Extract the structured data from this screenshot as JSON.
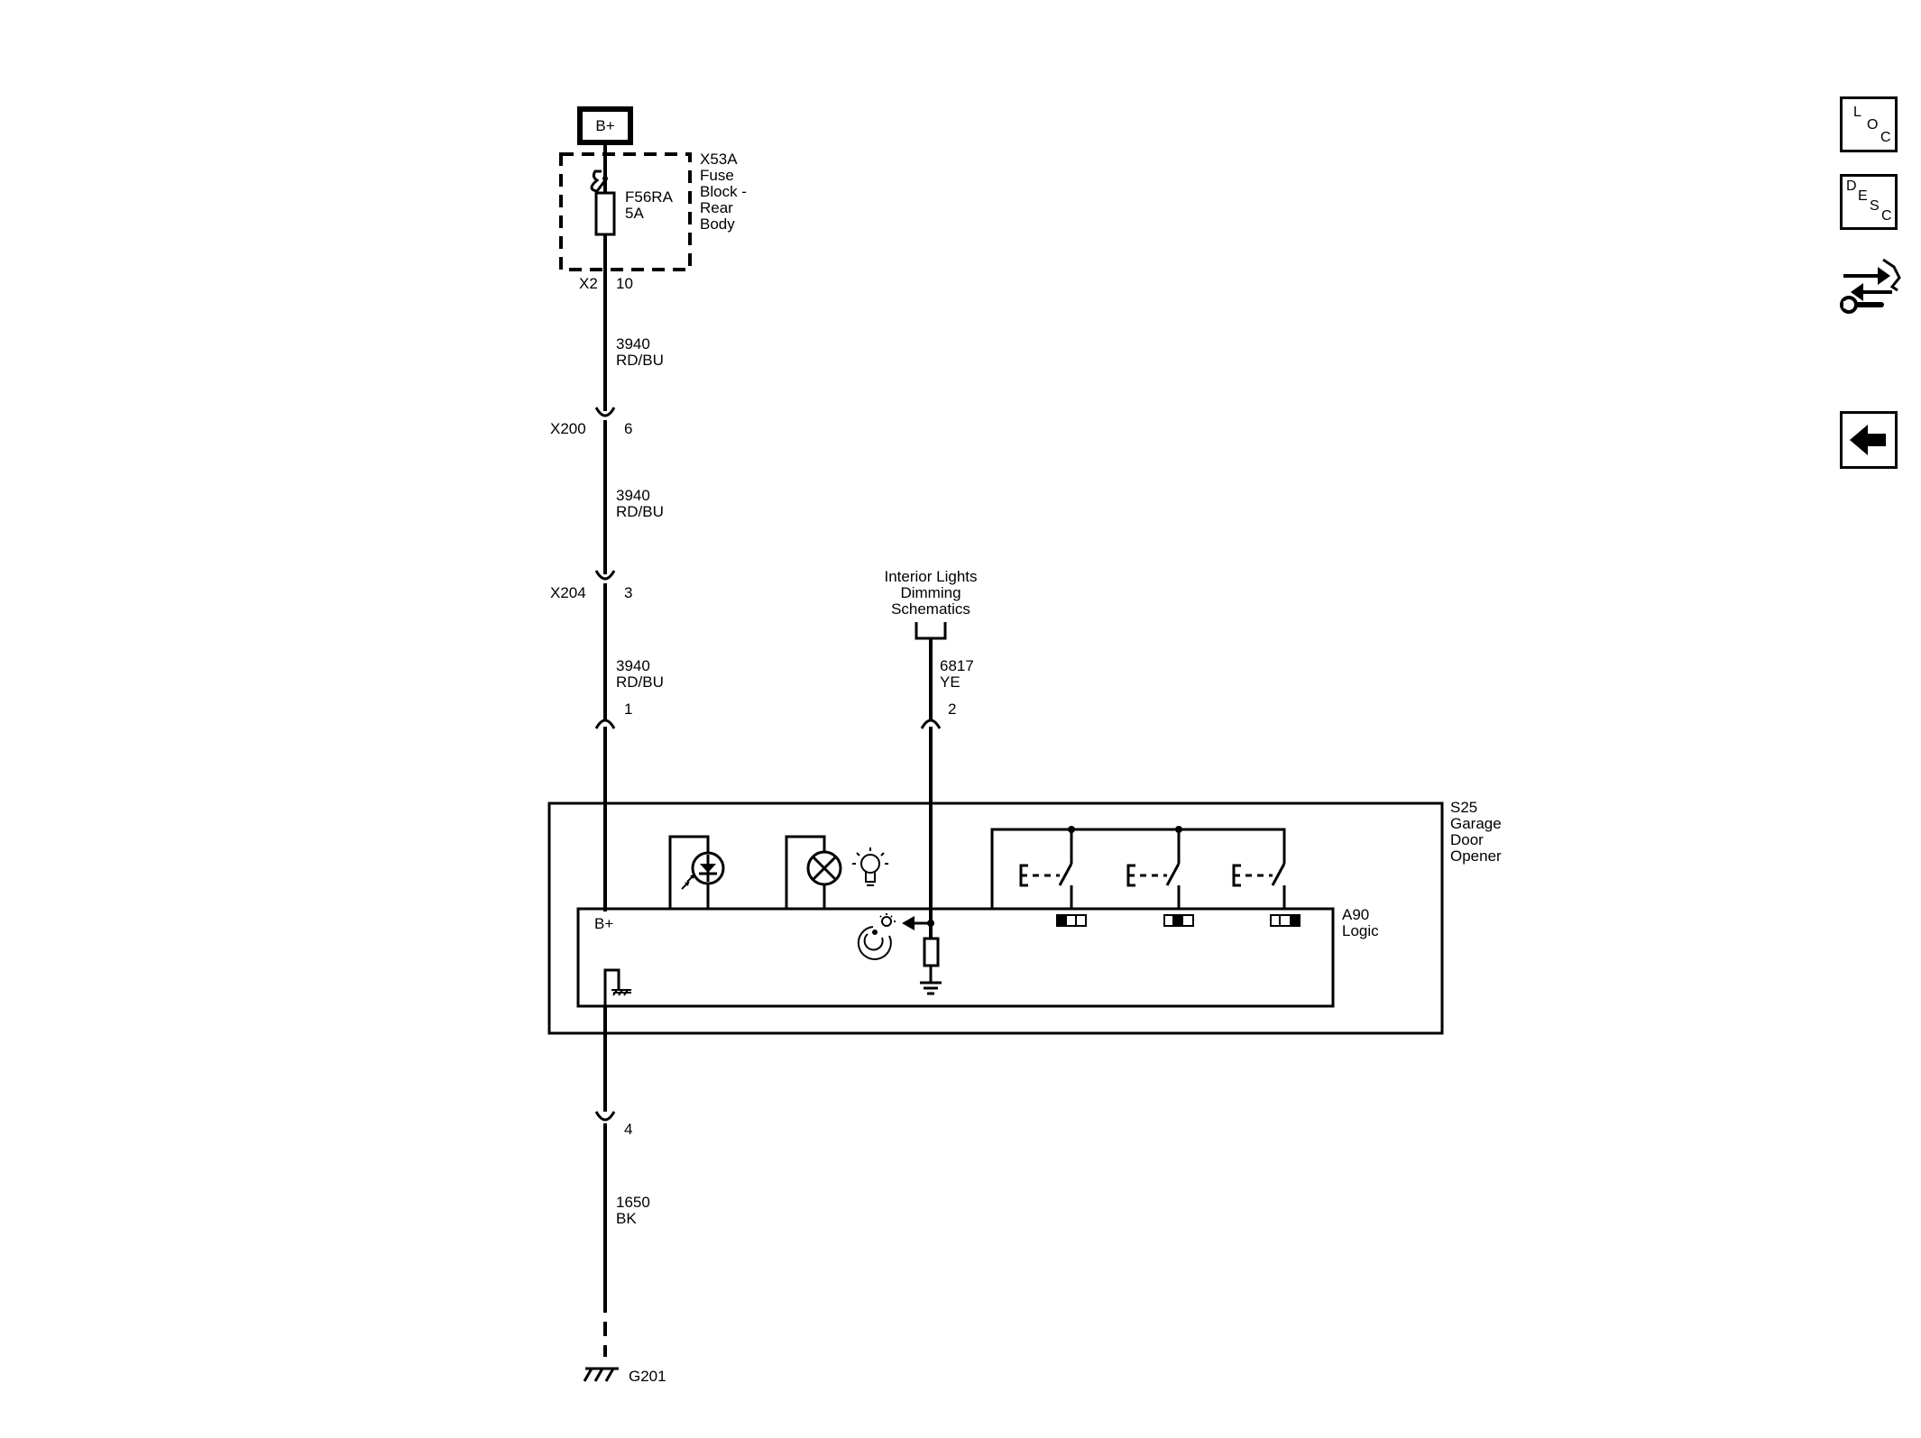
{
  "power": {
    "label": "B+"
  },
  "fuse_block": {
    "name_lines": [
      "X53A",
      "Fuse",
      "Block -",
      "Rear",
      "Body"
    ],
    "fuse_lines": [
      "F56RA",
      "5A"
    ],
    "connector": "X2",
    "pin": "10"
  },
  "wires": [
    {
      "circuit": "3940",
      "color": "RD/BU"
    },
    {
      "circuit": "3940",
      "color": "RD/BU"
    },
    {
      "circuit": "3940",
      "color": "RD/BU"
    },
    {
      "circuit": "6817",
      "color": "YE"
    },
    {
      "circuit": "1650",
      "color": "BK"
    }
  ],
  "connectors": [
    {
      "name": "X200",
      "pin": "6"
    },
    {
      "name": "X204",
      "pin": "3"
    }
  ],
  "module_pins": {
    "power": "1",
    "dimming": "2",
    "ground": "4"
  },
  "dimming_ref": {
    "lines": [
      "Interior Lights",
      "Dimming",
      "Schematics"
    ]
  },
  "device": {
    "lines": [
      "S25",
      "Garage",
      "Door",
      "Opener"
    ]
  },
  "logic": {
    "lines": [
      "A90",
      "Logic"
    ],
    "bplus": "B+"
  },
  "ground": {
    "label": "G201"
  },
  "sidebar": {
    "loc": {
      "letters": [
        "L",
        "O",
        "C"
      ]
    },
    "desc": {
      "letters": [
        "D",
        "E",
        "S",
        "C"
      ]
    },
    "icons": [
      "swap-wrench-icon",
      "back-arrow-icon"
    ]
  }
}
